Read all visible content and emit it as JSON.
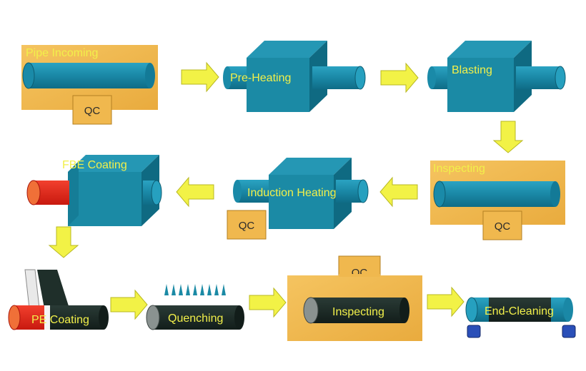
{
  "colors": {
    "panel": "#f0b84e",
    "machine": "#1b8aa5",
    "machine_dark": "#146f86",
    "pipe_dark": "#1d2f2a",
    "arrow": "#f2f246",
    "coating_red": "#e8251a",
    "label_yellow": "#f2f04a"
  },
  "steps": {
    "pipe_incoming": "Pipe Incoming",
    "pre_heating": "Pre-Heating",
    "blasting": "Blasting",
    "inspecting_1": "Inspecting",
    "induction_heating": "Induction Heating",
    "fbe_coating": "FBE Coating",
    "pe_coating": "PE Coating",
    "quenching": "Quenching",
    "inspecting_2": "Inspecting",
    "end_cleaning": "End-Cleaning"
  },
  "qc": {
    "qc_1": "QC",
    "qc_2": "QC",
    "qc_3": "QC",
    "qc_4": "QC"
  }
}
